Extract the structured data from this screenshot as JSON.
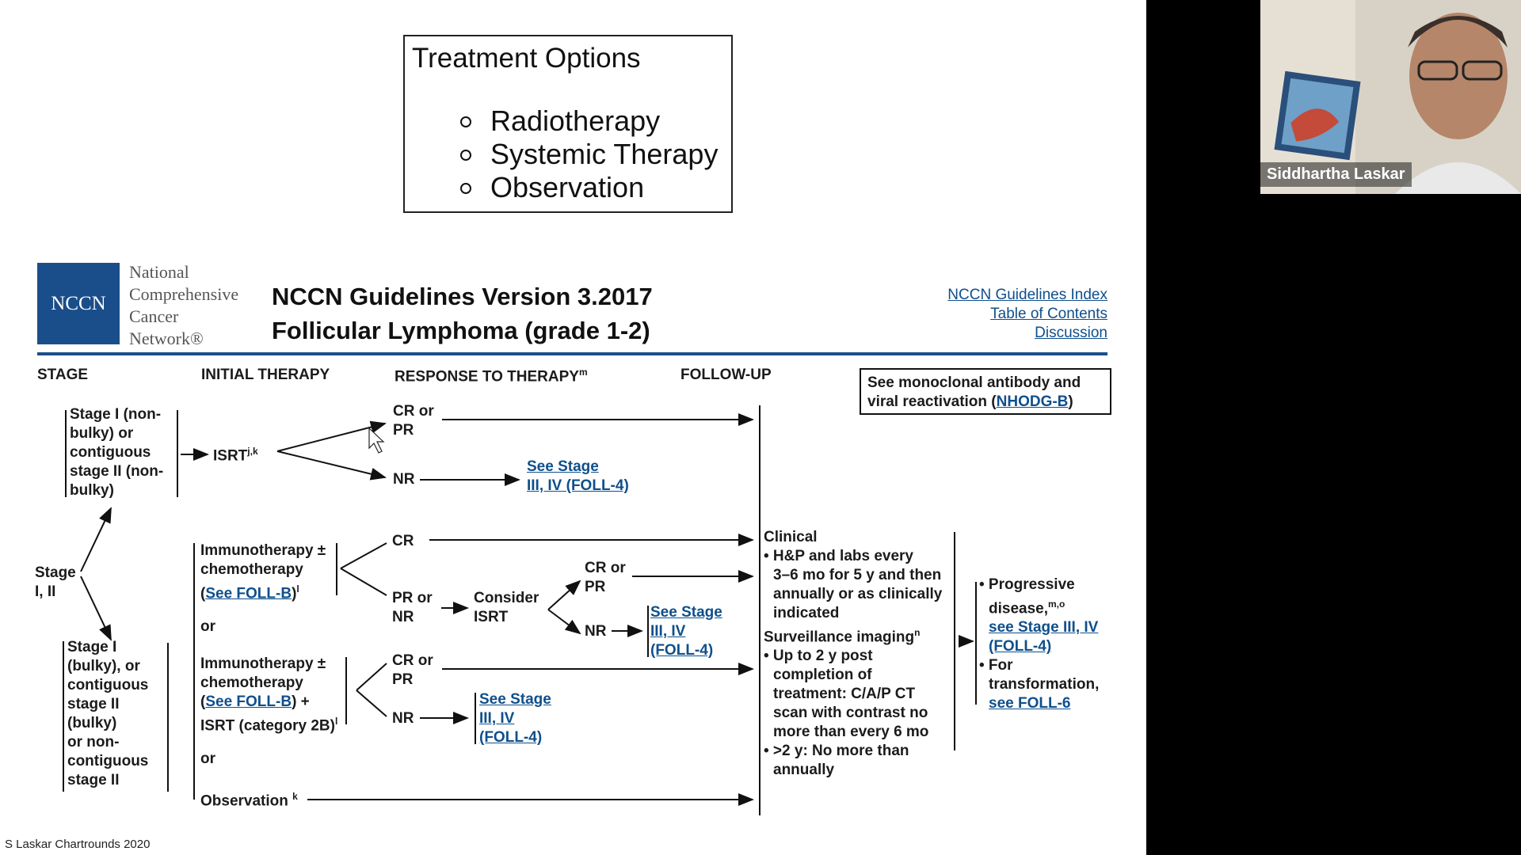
{
  "treatment_box": {
    "title": "Treatment Options",
    "options": [
      "Radiotherapy",
      "Systemic Therapy",
      "Observation"
    ]
  },
  "nccn_header": {
    "logo_text": "NCCN",
    "org_name": [
      "National",
      "Comprehensive",
      "Cancer",
      "Network®"
    ],
    "title_line1": "NCCN Guidelines Version 3.2017",
    "title_line2": "Follicular Lymphoma (grade 1-2)",
    "links": [
      "NCCN Guidelines Index",
      "Table of Contents",
      "Discussion"
    ]
  },
  "columns": {
    "stage": "STAGE",
    "initial_therapy": "INITIAL THERAPY",
    "response": "RESPONSE TO THERAPY",
    "response_sup": "m",
    "followup": "FOLLOW-UP"
  },
  "mono_box": {
    "text": "See monoclonal antibody and viral reactivation (",
    "link": "NHODG-B",
    "close": ")"
  },
  "flow": {
    "stage_top": [
      "Stage I (non-",
      "bulky) or",
      "contiguous",
      "stage II (non-",
      "bulky)"
    ],
    "stage_mid": [
      "Stage",
      "I, II"
    ],
    "stage_bottom": [
      "Stage I",
      "(bulky), or",
      "contiguous",
      "stage II",
      "(bulky)",
      "or non-",
      "contiguous",
      "stage II"
    ],
    "isrt": "ISRT",
    "isrt_sup": "j,k",
    "cr_or_pr_1": [
      "CR or",
      "PR"
    ],
    "nr_1": "NR",
    "see_stage_1": [
      "See Stage",
      "III, IV (FOLL-4)"
    ],
    "immuno_1": [
      "Immunotherapy ±",
      "chemotherapy"
    ],
    "immuno_1_link": "See FOLL-B",
    "immuno_1_sup": "l",
    "or_1": "or",
    "immuno_2": [
      "Immunotherapy ±",
      "chemotherapy"
    ],
    "immuno_2_link": "See FOLL-B",
    "immuno_2_tail": ") +",
    "immuno_2_line3": "ISRT (category 2B)",
    "immuno_2_sup": "l",
    "or_2": "or",
    "observation": "Observation",
    "observation_sup": "k",
    "cr_2": "CR",
    "pr_or_nr": [
      "PR or",
      "NR"
    ],
    "consider_isrt": [
      "Consider",
      "ISRT"
    ],
    "cr_or_pr_3": [
      "CR or",
      "PR"
    ],
    "nr_3": "NR",
    "see_stage_3": [
      "See Stage",
      "III, IV",
      "(FOLL-4)"
    ],
    "cr_or_pr_4": [
      "CR or",
      "PR"
    ],
    "nr_4": "NR",
    "see_stage_4": [
      "See Stage",
      "III, IV",
      "(FOLL-4)"
    ],
    "followup_title": "Clinical",
    "followup_items": [
      "• H&P and labs every",
      "3–6 mo for 5 y and then",
      "annually or as clinically",
      "indicated"
    ],
    "surveillance": "Surveillance imaging",
    "surveillance_sup": "n",
    "surveillance_items": [
      "• Up to 2 y post",
      "completion of",
      "treatment: C/A/P CT",
      "scan with contrast no",
      "more than every 6 mo",
      "• >2 y: No more than",
      "annually"
    ],
    "progressive": [
      "• Progressive",
      "disease,"
    ],
    "progressive_sup": "m,o",
    "progressive_link": [
      "see Stage III, IV",
      "(FOLL-4)"
    ],
    "transformation": [
      "• For",
      "transformation,"
    ],
    "transformation_link": "see FOLL-6"
  },
  "footer": "S Laskar Chartrounds 2020",
  "video": {
    "participant_name": "Siddhartha Laskar"
  }
}
